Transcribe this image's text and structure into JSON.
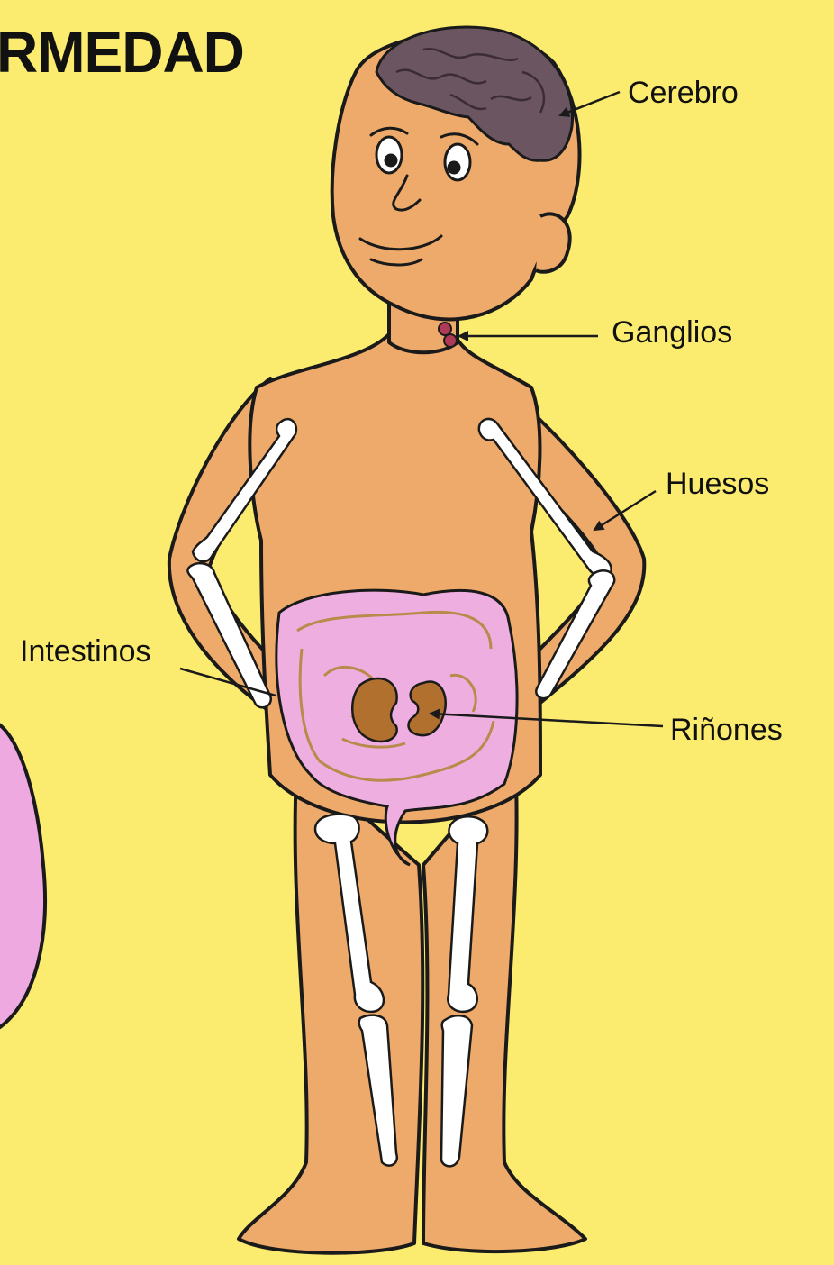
{
  "title": "RMEDAD",
  "labels": {
    "brain": "Cerebro",
    "lymph_nodes": "Ganglios",
    "bones": "Huesos",
    "intestines": "Intestinos",
    "kidneys": "Riñones"
  },
  "colors": {
    "background": "#fbeb6e",
    "skin": "#eeaa6a",
    "brain": "#6a5560",
    "intestine": "#eeaee0",
    "kidney": "#b2702e",
    "bone": "#ffffff",
    "outline": "#1a1a1a",
    "side_blob": "#eeaae0"
  }
}
